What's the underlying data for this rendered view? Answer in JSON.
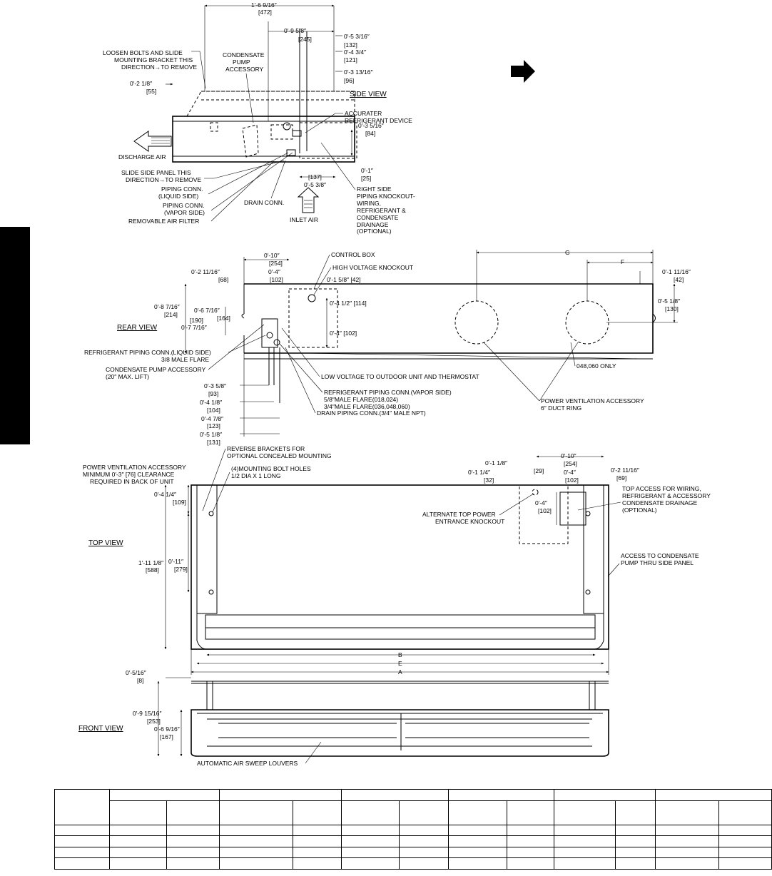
{
  "side_view": {
    "title": "SIDE VIEW",
    "dims": {
      "overall": "1′-6 9/16″",
      "overall_mm": "[472]",
      "d245": "0′-9 5/8″",
      "d245_mm": "[245]",
      "d132": "0′-5 3/16″",
      "d132_mm": "[132]",
      "d121": "0′-4 3/4″",
      "d121_mm": "[121]",
      "d96": "0′-3 13/16″",
      "d96_mm": "[96]",
      "d55": "0′-2 1/8″",
      "d55_mm": "[55]",
      "d84": "0′-3 5/16″",
      "d84_mm": "[84]",
      "d25": "0′-1″",
      "d25_mm": "[25]",
      "d137_mm": "[137]",
      "d137": "0′-5 3/8″"
    },
    "labels": {
      "loosen": [
        "LOOSEN BOLTS AND SLIDE",
        "MOUNTING BRACKET THIS",
        "DIRECTION→TO REMOVE"
      ],
      "pump": [
        "CONDENSATE",
        "PUMP",
        "ACCESSORY"
      ],
      "accurater": [
        "ACCURATER",
        "REFRIGERANT DEVICE"
      ],
      "discharge": "DISCHARGE AIR",
      "slide_panel": [
        "SLIDE SIDE PANEL THIS",
        "DIRECTION→TO REMOVE"
      ],
      "piping_liquid": [
        "PIPING CONN.",
        "(LIQUID SIDE)"
      ],
      "piping_vapor": [
        "PIPING CONN.",
        "(VAPOR SIDE)"
      ],
      "filter": "REMOVABLE AIR FILTER",
      "drain": "DRAIN CONN.",
      "inlet": "INLET AIR",
      "knockout": [
        "RIGHT SIDE",
        "PIPING KNOCKOUT-",
        "WIRING,",
        "REFRIGERANT &",
        "CONDENSATE",
        "DRAINAGE",
        "(OPTIONAL)"
      ]
    }
  },
  "rear_view": {
    "title": "REAR VIEW",
    "dims": {
      "d254": "0′-10″",
      "d254_mm": "[254]",
      "d68": "0′-2 11/16″",
      "d68_mm": "[68]",
      "d102a": "0′-4″",
      "d102a_mm": "[102]",
      "d42": "0′-1 5/8″ [42]",
      "d214": "0′-8 7/16″",
      "d214_mm": "[214]",
      "d164": "0′-6 7/16″",
      "d164_mm": "[164]",
      "d190_mm": "[190]",
      "d190": "0′-7 7/16″",
      "d114": "0′-4 1/2″ [114]",
      "d102b": "0′-4″ [102]",
      "d93": "0′-3 5/8″",
      "d93_mm": "[93]",
      "d104": "0′-4 1/8″",
      "d104_mm": "[104]",
      "d123": "0′-4 7/8″",
      "d123_mm": "[123]",
      "d131": "0′-5 1/8″",
      "d131_mm": "[131]",
      "g": "G",
      "f": "F",
      "d42r": "0′-1 11/16″",
      "d42r_mm": "[42]",
      "d130": "0′-5 1/8″",
      "d130_mm": "[130]"
    },
    "labels": {
      "control_box": "CONTROL BOX",
      "hv_knockout": "HIGH VOLTAGE KNOCKOUT",
      "ref_liquid": [
        "REFRIGERANT PIPING CONN.(LIQUID SIDE)",
        "3/8 MALE FLARE"
      ],
      "pump": [
        "CONDENSATE PUMP ACCESSORY",
        "(20″ MAX. LIFT)"
      ],
      "low_voltage": "LOW VOLTAGE TO OUTDOOR UNIT AND THERMOSTAT",
      "ref_vapor": [
        "REFRIGERANT PIPING CONN.(VAPOR SIDE)",
        "5/8″MALE FLARE(018,024)",
        "3/4″MALE FLARE(036,048,060)"
      ],
      "drain": "DRAIN PIPING CONN.(3/4″ MALE NPT)",
      "only": "048,060 ONLY",
      "power_vent": [
        "POWER VENTILATION ACCESSORY",
        "6″ DUCT RING"
      ]
    }
  },
  "top_view": {
    "title": "TOP VIEW",
    "dims": {
      "d109": "0′-4 1/4″",
      "d109_mm": "[109]",
      "d279": "0′-11″",
      "d279_mm": "[279]",
      "d588": "1′-11 1/8″",
      "d588_mm": "[588]",
      "d254": "0′-10″",
      "d254_mm": "[254]",
      "d29": "0′-1 1/8″",
      "d29_mm": "[29]",
      "d32": "0′-1 1/4″",
      "d32_mm": "[32]",
      "d102": "0′-4″",
      "d102_mm": "[102]",
      "d102b": "0′-4″",
      "d102b_mm": "[102]",
      "d69": "0′-2 11/16″",
      "d69_mm": "[69]",
      "b": "B",
      "e": "E",
      "a": "A"
    },
    "labels": {
      "power_vent": [
        "POWER VENTILATION ACCESSORY",
        "MINIMUM 0′-3″ [76] CLEARANCE",
        "REQUIRED IN BACK OF UNIT"
      ],
      "reverse": [
        "REVERSE BRACKETS FOR",
        "OPTIONAL CONCEALED MOUNTING"
      ],
      "bolt": [
        "(4)MOUNTING BOLT HOLES",
        "1/2 DIA X 1 LONG"
      ],
      "alternate": [
        "ALTERNATE TOP POWER",
        "ENTRANCE KNOCKOUT"
      ],
      "top_access": [
        "TOP ACCESS FOR WIRING,",
        "REFRIGERANT & ACCESSORY",
        "CONDENSATE DRAINAGE",
        "(OPTIONAL)"
      ],
      "condensate": [
        "ACCESS TO CONDENSATE",
        "PUMP THRU SIDE PANEL"
      ]
    }
  },
  "front_view": {
    "title": "FRONT VIEW",
    "dims": {
      "d8": "0′-5/16″",
      "d8_mm": "[8]",
      "d253": "0′-9 15/16″",
      "d253_mm": "[253]",
      "d167": "0′-6 9/16″",
      "d167_mm": "[167]"
    },
    "labels": {
      "louvers": "AUTOMATIC AIR SWEEP LOUVERS"
    }
  },
  "table": {
    "rows": 6,
    "cols": 13
  }
}
